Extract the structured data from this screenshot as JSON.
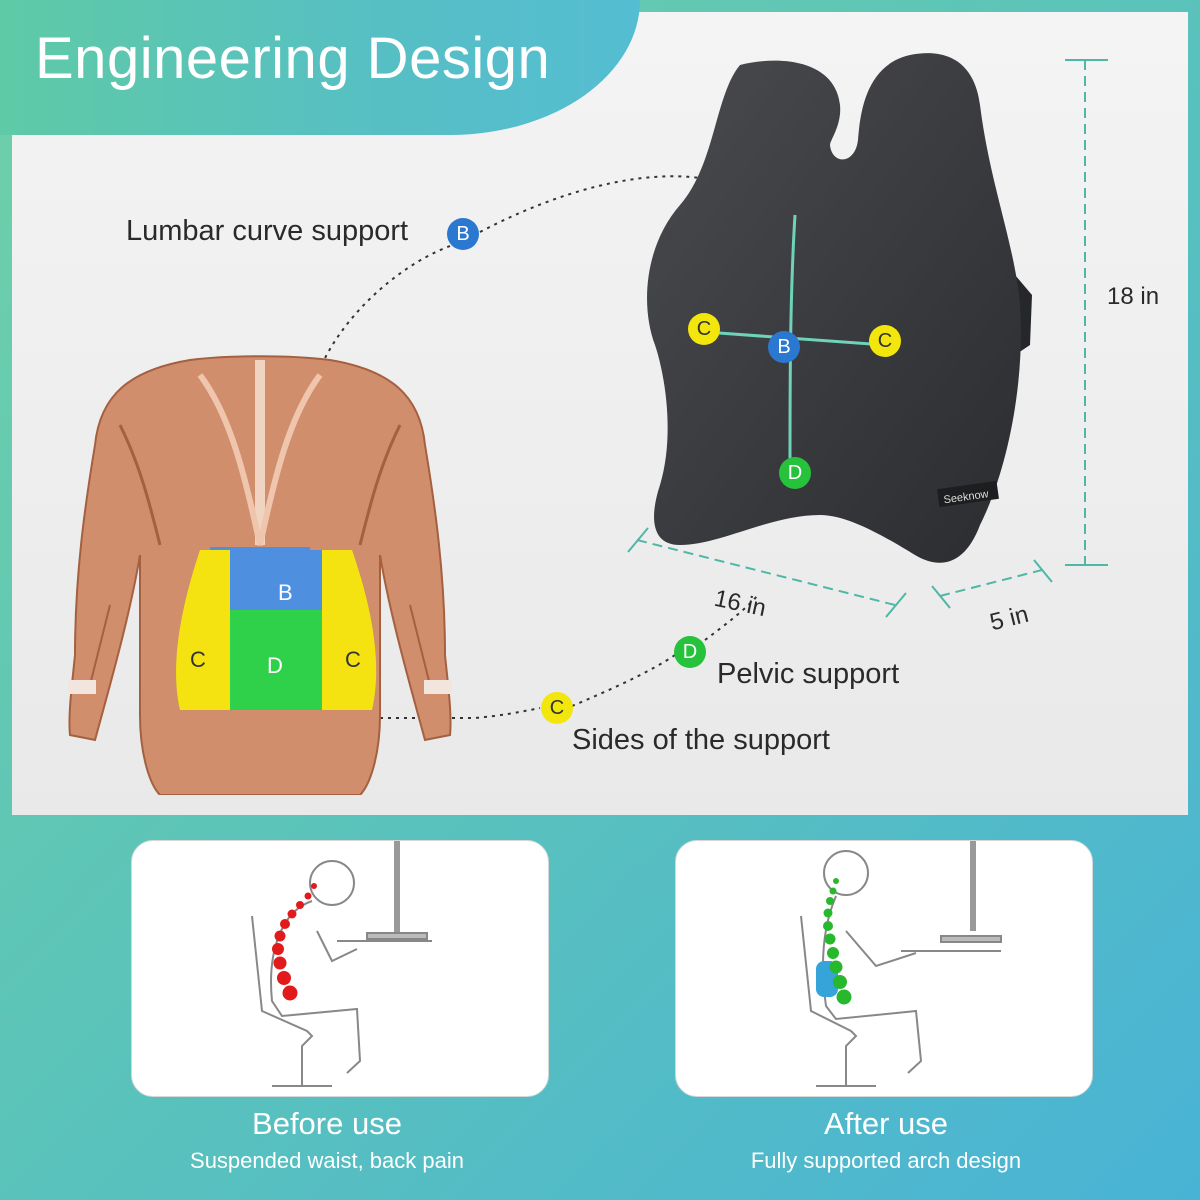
{
  "title": "Engineering Design",
  "callouts": {
    "lumbar": "Lumbar curve support",
    "pelvic": "Pelvic support",
    "sides": "Sides of the support"
  },
  "badges": {
    "b": "B",
    "c": "C",
    "d": "D"
  },
  "brand": "Seeknow",
  "dimensions": {
    "height": "18 in",
    "width": "16 in",
    "depth": "5 in"
  },
  "before": {
    "title": "Before use",
    "subtitle": "Suspended waist, back pain"
  },
  "after": {
    "title": "After use",
    "subtitle": "Fully supported arch design"
  },
  "colors": {
    "zone_b": "#4f8fe0",
    "zone_c": "#f4e310",
    "zone_d": "#2fd14a",
    "spine_bad": "#e11b1b",
    "spine_good": "#27b82e",
    "cushion": "#3a3b3e"
  }
}
